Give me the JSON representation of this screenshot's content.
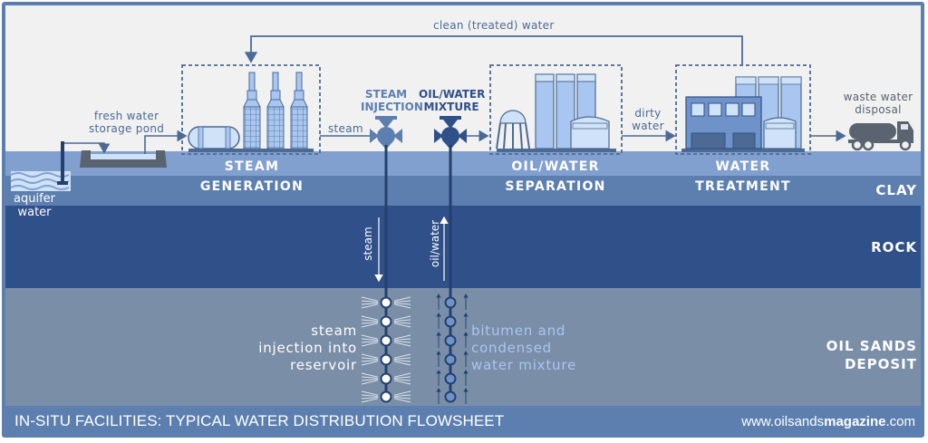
{
  "title": "IN-SITU FACILITIES: TYPICAL WATER DISTRIBUTION FLOWSHEET",
  "website": {
    "prefix": "www.oilsands",
    "bold": "magazine",
    "suffix": ".com"
  },
  "flows": {
    "recycle": "clean (treated) water",
    "fresh_water": [
      "fresh water",
      "storage pond"
    ],
    "steam": "steam",
    "dirty_water": [
      "dirty",
      "water"
    ],
    "waste": [
      "waste water",
      "disposal"
    ],
    "aquifer": [
      "aquifer",
      "water"
    ]
  },
  "valves": {
    "steam_injection": [
      "STEAM",
      "INJECTION"
    ],
    "oil_water_mixture": [
      "OIL/WATER",
      "MIXTURE"
    ]
  },
  "stages": {
    "steam_generation": [
      "STEAM",
      "GENERATION"
    ],
    "oil_water_separation": [
      "OIL/WATER",
      "SEPARATION"
    ],
    "water_treatment": [
      "WATER",
      "TREATMENT"
    ]
  },
  "layers": {
    "clay": "CLAY",
    "rock": "ROCK",
    "oil_sands": [
      "OIL SANDS",
      "DEPOSIT"
    ]
  },
  "wells": {
    "injector_flow": "steam",
    "producer_flow": "oil/water",
    "injector_label": [
      "steam",
      "injection into",
      "reservoir"
    ],
    "producer_label": [
      "bitumen and",
      "condensed",
      "water mixture"
    ]
  },
  "colors": {
    "sky": "#f1f1f2",
    "topsoil": "#82a0cf",
    "clay": "#5c7fb0",
    "rock": "#30508a",
    "oil_sands": "#7a8ea8",
    "line": "#4c6a94",
    "dark": "#24406e",
    "equipment_fill": "#a9c6f0",
    "equipment_stroke": "#4c6a94",
    "truck": "#5a6370"
  }
}
